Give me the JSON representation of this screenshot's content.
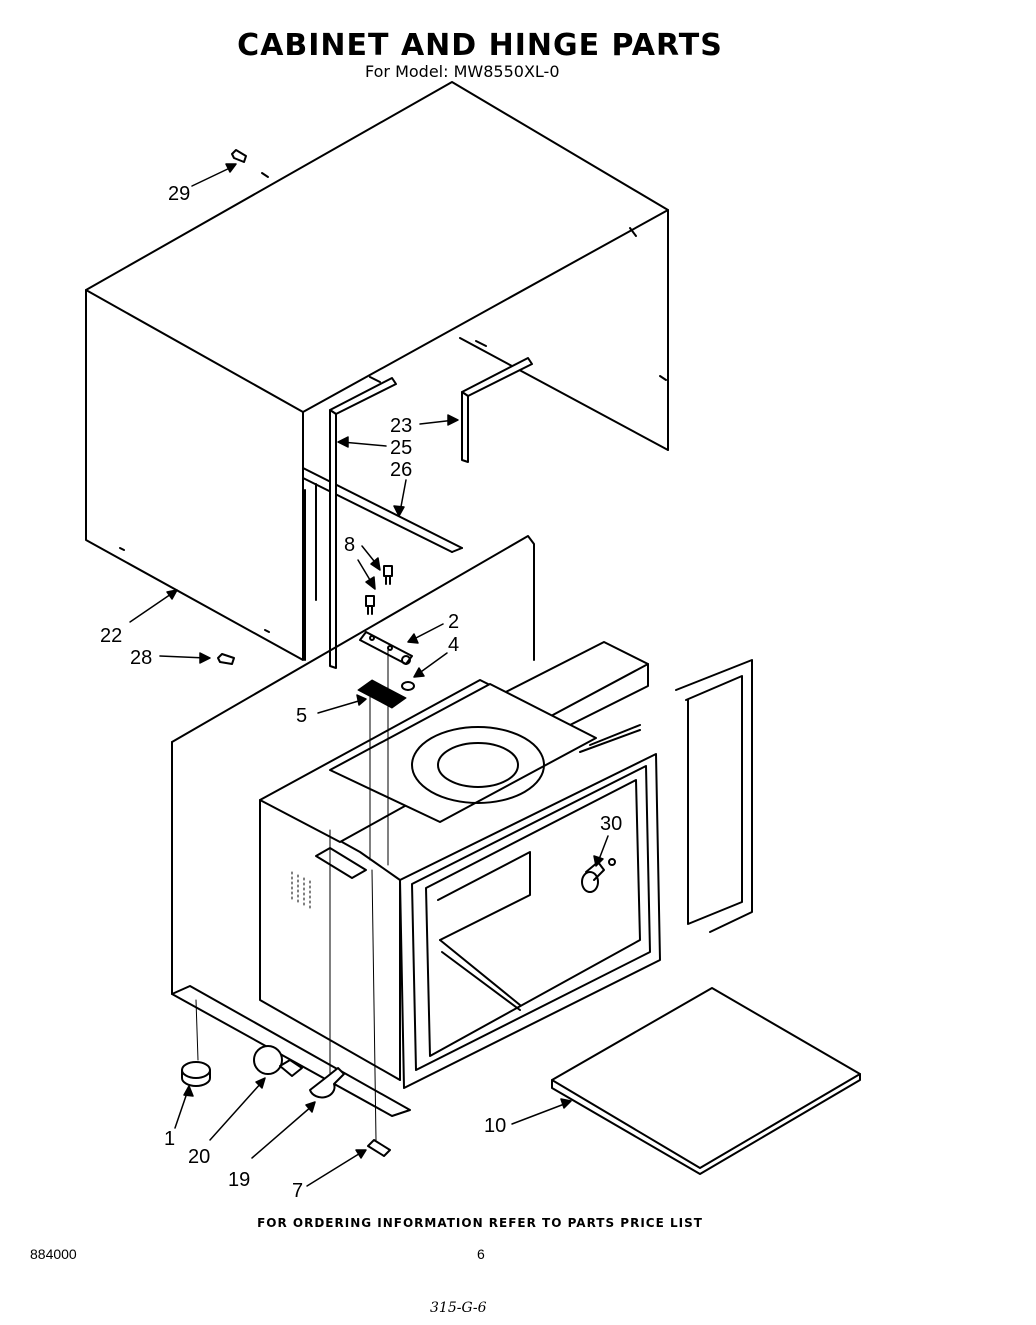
{
  "title": "CABINET AND HINGE PARTS",
  "subtitle": "For Model: MW8550XL-0",
  "footer": "FOR ORDERING INFORMATION REFER TO PARTS PRICE LIST",
  "document_number": "884000",
  "page_number": "6",
  "handwritten_note": "315-G-6",
  "callouts": {
    "c29": "29",
    "c23": "23",
    "c25": "25",
    "c26": "26",
    "c8": "8",
    "c2": "2",
    "c4": "4",
    "c22": "22",
    "c28": "28",
    "c5": "5",
    "c30": "30",
    "c10": "10",
    "c1": "1",
    "c20": "20",
    "c19": "19",
    "c7": "7"
  }
}
